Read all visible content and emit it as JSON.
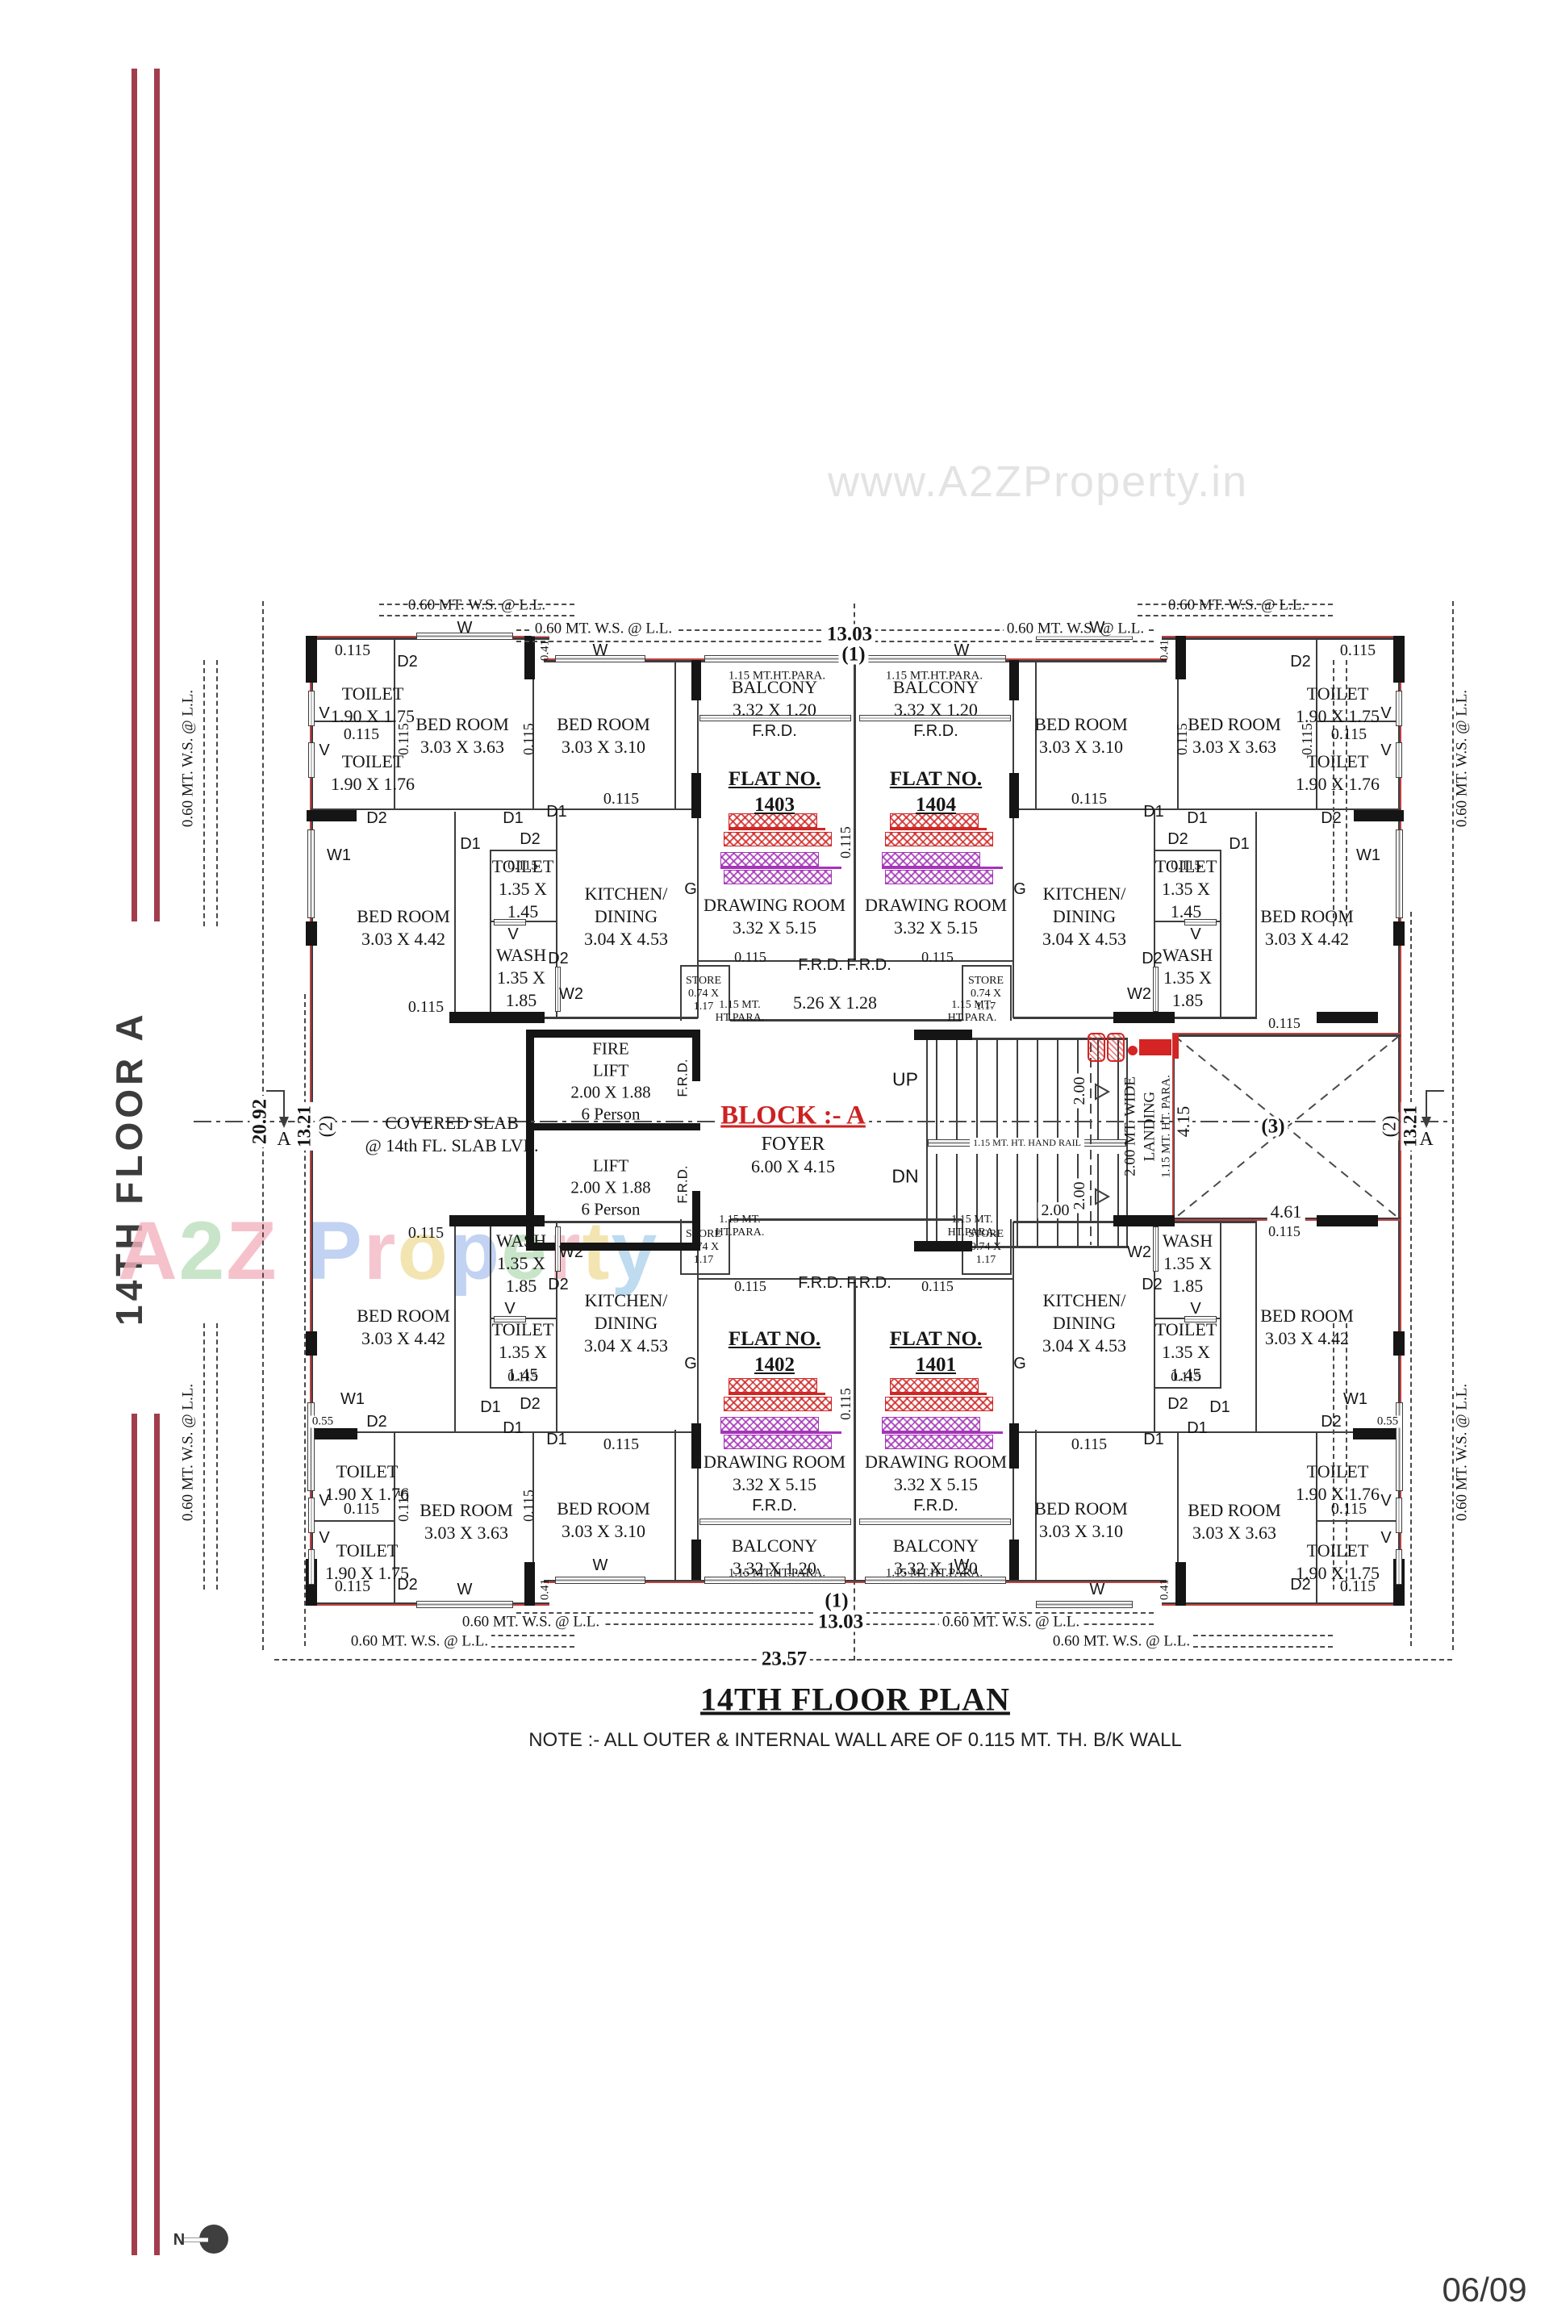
{
  "meta": {
    "side_title": "14TH FLOOR A",
    "page_number": "06/09",
    "north": "N"
  },
  "watermarks": {
    "top": "www.A2ZProperty.in",
    "brand": [
      {
        "ch": "A",
        "color": "#f3b3c0"
      },
      {
        "ch": "2",
        "color": "#bcdfbc"
      },
      {
        "ch": "Z",
        "color": "#f3b3c0"
      },
      {
        "ch": "P",
        "color": "#b3c8f0"
      },
      {
        "ch": "r",
        "color": "#f3b9c4"
      },
      {
        "ch": "o",
        "color": "#f1df9e"
      },
      {
        "ch": "p",
        "color": "#b3c8f0"
      },
      {
        "ch": "e",
        "color": "#bcdfbc"
      },
      {
        "ch": "r",
        "color": "#f3b9c4"
      },
      {
        "ch": "t",
        "color": "#f1df9e"
      },
      {
        "ch": "y",
        "color": "#aed3ec"
      }
    ]
  },
  "title_block": {
    "title": "14TH FLOOR PLAN",
    "note": "NOTE :- ALL OUTER & INTERNAL WALL ARE OF 0.115 MT. TH. B/K WALL"
  },
  "flats": {
    "label": "FLAT NO.",
    "f1403": "1403",
    "f1404": "1404",
    "f1402": "1402",
    "f1401": "1401"
  },
  "rooms": {
    "toilet_a": {
      "n": "TOILET",
      "d": "1.90 X 1.75"
    },
    "toilet_b": {
      "n": "TOILET",
      "d": "1.90 X 1.76"
    },
    "bed_a": {
      "n": "BED ROOM",
      "d": "3.03 X 3.63"
    },
    "bed_b": {
      "n": "BED ROOM",
      "d": "3.03 X 3.10"
    },
    "bed_c": {
      "n": "BED ROOM",
      "d": "3.03 X 4.42"
    },
    "toilet_c": {
      "n": "TOILET",
      "d1": "1.35 X",
      "d2": "1.45"
    },
    "wash": {
      "n": "WASH",
      "d1": "1.35 X",
      "d2": "1.85"
    },
    "kitchen": {
      "l1": "KITCHEN/",
      "l2": "DINING",
      "d": "3.04 X 4.53"
    },
    "balcony": {
      "n": "BALCONY",
      "d": "3.32 X 1.20"
    },
    "drawing": {
      "n": "DRAWING ROOM",
      "d": "3.32 X 5.15"
    },
    "store": {
      "l1": "STORE",
      "l2": "0.74 X",
      "l3": "1.17"
    }
  },
  "core": {
    "block": "BLOCK :- A",
    "foyer": "FOYER",
    "foyer_dim": "6.00 X 4.15",
    "passage_dim": "5.26 X 1.28",
    "covered1": "COVERED SLAB",
    "covered2": "@ 14th FL. SLAB LVL.",
    "fire1": "FIRE",
    "fire2": "LIFT",
    "lift": "LIFT",
    "lift_dim": "2.00 X 1.88",
    "lift_cap": "6 Person",
    "handrail": "1.15 MT. HT. HAND RAIL",
    "landing1": "2.00 MT. WIDE",
    "landing2": "LANDING"
  },
  "tags": {
    "w": "W",
    "w1": "W1",
    "w2": "W2",
    "d1": "D1",
    "d2": "D2",
    "v": "V",
    "g": "G",
    "up": "UP",
    "dn": "DN",
    "frd": "F.R.D.",
    "a": "A"
  },
  "dims": {
    "wall": "0.115",
    "ws": "0.60 MT. W.S. @ L.L.",
    "para": "1.15 MT.HT.PARA.",
    "para_a": "1.15 MT.",
    "para_b": "HT.PARA.",
    "para_v": "1.15 MT. HT. PARA.",
    "w1303": "13.03",
    "w2357": "23.57",
    "h2092": "20.92",
    "h1321": "13.21",
    "d055": "0.55",
    "d041": "0.41",
    "d200": "2.00",
    "d415": "4.15",
    "d461": "4.61",
    "g1": "(1)",
    "g2": "(2)",
    "g3": "(3)"
  }
}
